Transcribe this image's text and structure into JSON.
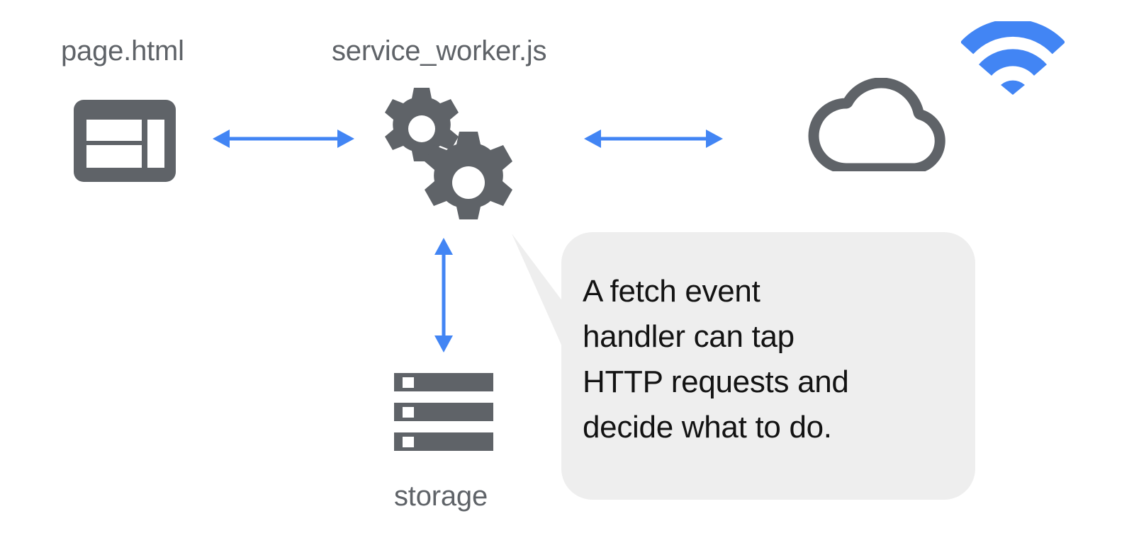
{
  "diagram": {
    "title": "Service worker architecture diagram",
    "background_color": "#ffffff",
    "icon_color": "#5f6368",
    "accent_color": "#4285f4",
    "bubble_color": "#eeeeee",
    "text_color": "#131313"
  },
  "nodes": {
    "page": {
      "label": "page.html",
      "icon": "browser-layout-icon"
    },
    "service_worker": {
      "label": "service_worker.js",
      "icon": "gears-icon"
    },
    "storage": {
      "label": "storage",
      "icon": "storage-bars-icon"
    },
    "network": {
      "label": "",
      "icon": "cloud-icon"
    },
    "wifi": {
      "label": "",
      "icon": "wifi-icon"
    }
  },
  "connections": [
    {
      "name": "page-to-service-worker",
      "from": "page.html",
      "to": "service_worker.js",
      "direction": "bidirectional",
      "orientation": "horizontal",
      "color": "#4285f4"
    },
    {
      "name": "service-worker-to-network",
      "from": "service_worker.js",
      "to": "cloud",
      "direction": "bidirectional",
      "orientation": "horizontal",
      "color": "#4285f4"
    },
    {
      "name": "service-worker-to-storage",
      "from": "service_worker.js",
      "to": "storage",
      "direction": "bidirectional",
      "orientation": "vertical",
      "color": "#4285f4"
    }
  ],
  "callout": {
    "text": "A fetch event handler can tap HTTP requests and decide what to do.",
    "lines": [
      "A fetch event",
      "handler can tap",
      "HTTP requests and",
      "decide what to do."
    ],
    "points_to": "service_worker.js",
    "background": "#eeeeee"
  }
}
